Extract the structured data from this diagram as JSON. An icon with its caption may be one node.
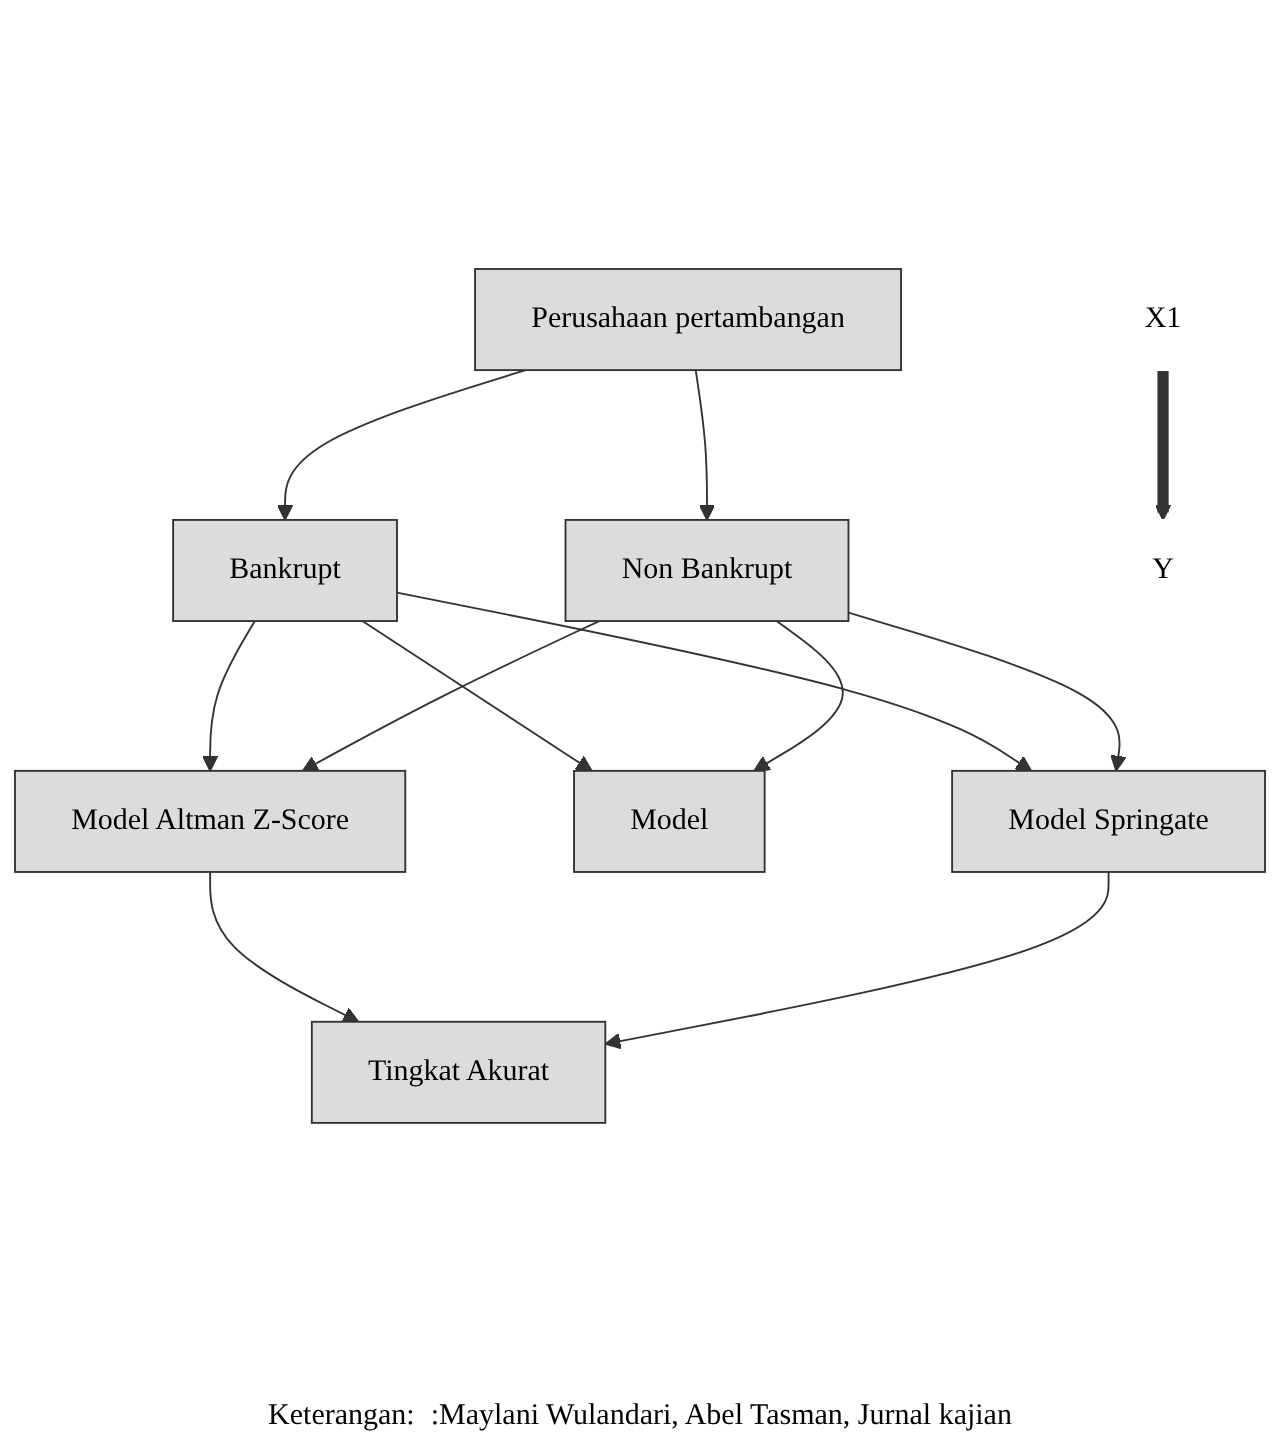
{
  "diagram": {
    "nodes": [
      {
        "text": [
          "Perusahaan pertambangan"
        ]
      },
      {
        "text": [
          "Bankrupt"
        ]
      },
      {
        "text": [
          "Non Bankrupt"
        ]
      },
      {
        "text": [
          "Model Altman Z-Score"
        ]
      },
      {
        "text": [
          "Model"
        ]
      },
      {
        "text": [
          "Model Springate"
        ]
      },
      {
        "text": [
          "Tingkat Akurat"
        ]
      },
      {
        "text": [
          "X1"
        ]
      },
      {
        "text": [
          "Y"
        ]
      }
    ],
    "edges": [
      {
        "from": 0,
        "to": 1,
        "arrow": "to"
      },
      {
        "from": 0,
        "to": 2,
        "arrow": "to"
      },
      {
        "from": 1,
        "to": 3,
        "arrow": "to"
      },
      {
        "from": 1,
        "to": 4,
        "arrow": "to"
      },
      {
        "from": 1,
        "to": 5,
        "arrow": "to"
      },
      {
        "from": 2,
        "to": 3,
        "arrow": "to"
      },
      {
        "from": 2,
        "to": 4,
        "arrow": "to"
      },
      {
        "from": 2,
        "to": 5,
        "arrow": "to"
      },
      {
        "from": 3,
        "to": 6,
        "arrow": "to"
      },
      {
        "from": 5,
        "to": 6,
        "arrow": "to"
      },
      {
        "from": 7,
        "to": 8,
        "arrow": "to",
        "style": "thick"
      }
    ],
    "labels": [
      "Keterangan:",
      ":Maylani Wulandari, Abel Tasman, Jurnal kajian"
    ]
  }
}
